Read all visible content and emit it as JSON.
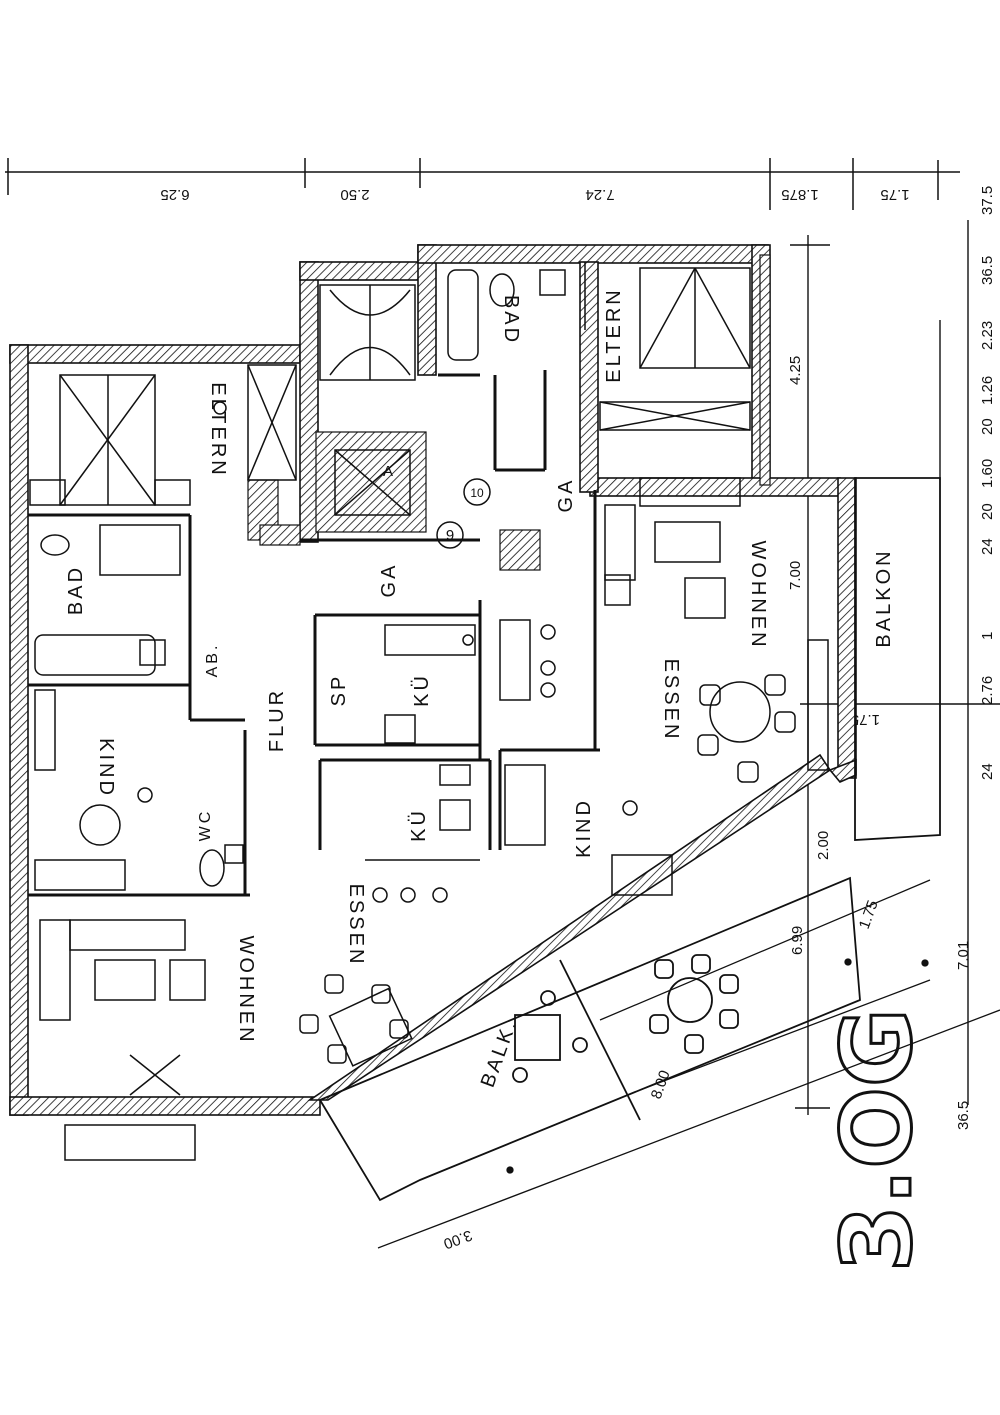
{
  "floor_label": "3.OG",
  "rooms": {
    "left_eltern": "ELTERN",
    "left_bad": "BAD",
    "abstell": "AB.",
    "left_kind": "KIND",
    "wc": "WC",
    "left_wohnen": "WOHNEN",
    "flur": "FLUR",
    "ga_left": "GA",
    "ga_right": "GA",
    "sp": "SP",
    "kue_top": "KÜ",
    "kue_bottom": "KÜ",
    "essen_left": "ESSEN",
    "balk": "BALK.",
    "right_bad": "BAD",
    "right_eltern": "ELTERN",
    "right_wohnen": "WOHNEN",
    "essen_right": "ESSEN",
    "right_kind": "KIND",
    "balkon": "BALKON",
    "lift": "A",
    "stair_num_9": "9",
    "stair_num_10": "10"
  },
  "dimensions": {
    "top": [
      "6.25",
      "2.50",
      "7.24",
      "1.875",
      "1.75"
    ],
    "right_chain": [
      "37.5",
      "36.5",
      "2.23",
      "1.26",
      "20",
      "1.60",
      "20",
      "24",
      "1",
      "2.76",
      "24"
    ],
    "interior": [
      "4.25",
      "7.00",
      "1.75",
      "2.00",
      "6.99",
      "7.01",
      "1.75",
      "8.00",
      "3.00",
      "36.5"
    ]
  }
}
